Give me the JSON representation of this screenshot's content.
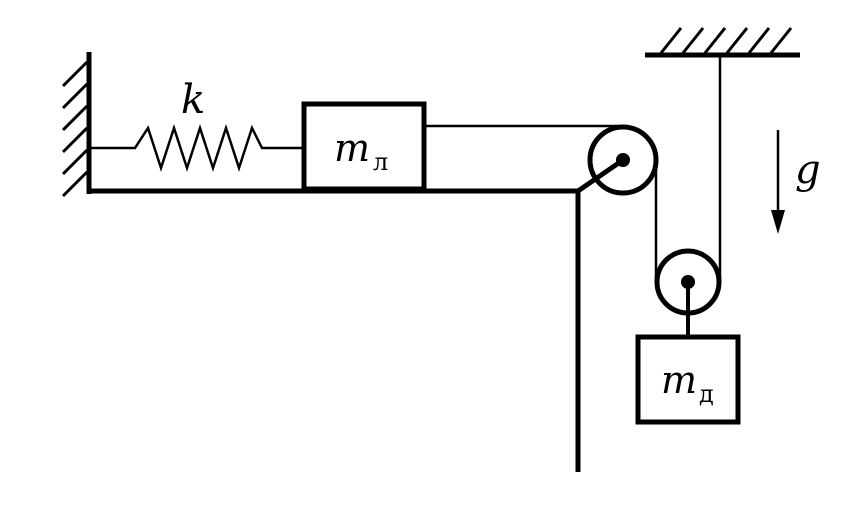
{
  "labels": {
    "spring_constant": "k",
    "gravity": "g",
    "slider_mass_symbol": "m",
    "slider_mass_subscript": "л",
    "hanging_mass_symbol": "m",
    "hanging_mass_subscript": "д"
  },
  "colors": {
    "ink": "#000000",
    "background": "#ffffff"
  },
  "icons": {
    "wall_support": "hatched-wall-icon",
    "ceiling_support": "hatched-ceiling-icon",
    "gravity_arrow": "down-arrow-icon"
  }
}
